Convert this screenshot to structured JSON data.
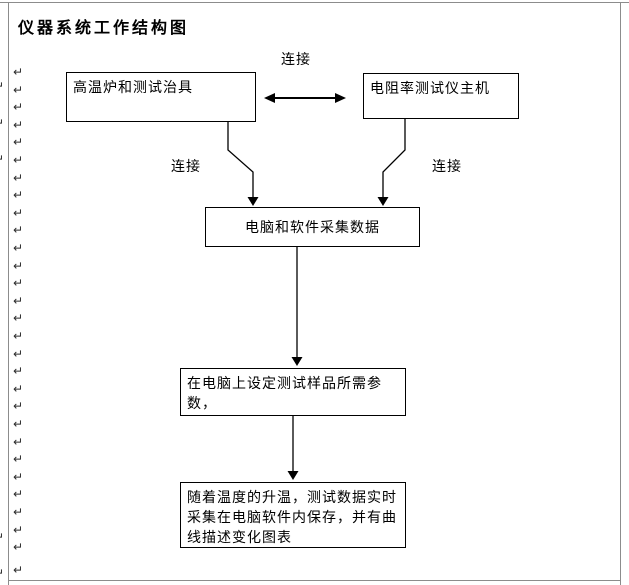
{
  "document": {
    "title": "仪器系统工作结构图"
  },
  "flowchart": {
    "top_connector_label": "连接",
    "left_connector_label": "连接",
    "right_connector_label": "连接",
    "boxes": {
      "furnace": {
        "lines": [
          "高温炉和测试治具"
        ]
      },
      "tester": {
        "lines": [
          "电阻率测试仪主机"
        ]
      },
      "computer": {
        "lines": [
          "电脑和软件采集数据"
        ]
      },
      "params": {
        "lines": [
          "在电脑上设定测试样品所需参",
          "数，"
        ]
      },
      "record": {
        "lines": [
          "随着温度的升温，测试数据实时",
          "采集在电脑软件内保存，并有曲",
          "线描述变化图表"
        ]
      }
    }
  },
  "margin_marks": {
    "glyph": "↵",
    "column_count": 28,
    "edge_count": 5
  },
  "colors": {
    "line": "#000000",
    "page_border": "#8c8c8c",
    "mark": "#2a2a2a"
  }
}
